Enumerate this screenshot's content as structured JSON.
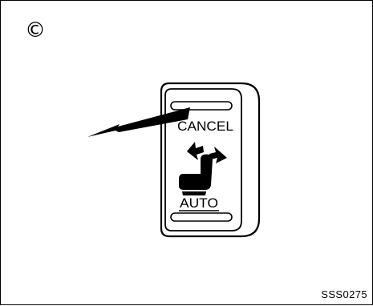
{
  "figure": {
    "panel_badge": "©",
    "figure_code": "SSS0275",
    "switch_labels": {
      "top": "CANCEL",
      "bottom": "AUTO"
    },
    "icons": [
      "seat-icon",
      "double-arrow-icon",
      "pointing-arrow-icon"
    ],
    "colors": {
      "ink": "#000000",
      "background": "#ffffff"
    }
  }
}
